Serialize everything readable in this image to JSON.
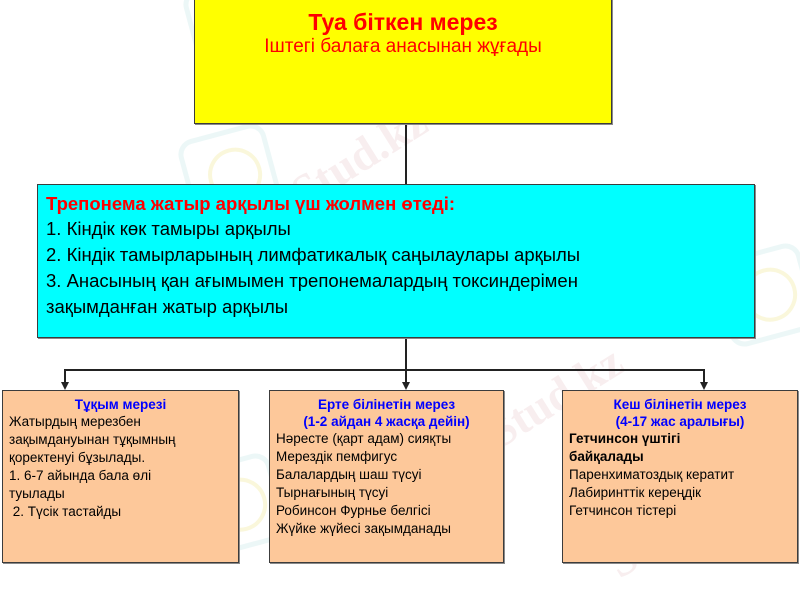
{
  "top": {
    "title": "Туа біткен мерез",
    "subtitle": "Іштегі балаға анасынан жұғады"
  },
  "middle": {
    "heading": "Трепонема жатыр арқылы үш жолмен өтеді:",
    "lines": [
      "1. Кіндік  көк тамыры арқылы",
      "2. Кіндік тамырларының лимфатикалық саңылаулары арқылы",
      "3. Анасының қан ағымымен трепонемалардың токсиндерімен",
      "зақымданған жатыр арқылы"
    ]
  },
  "bottom": [
    {
      "title": [
        "Тұқым мерезі"
      ],
      "lines": [
        "Жатырдың мерезбен",
        "зақымдануынан тұқымның",
        "қоректенуі бұзылады.",
        "1. 6-7 айында бала өлі",
        "туылады",
        " 2. Түсік тастайды"
      ]
    },
    {
      "title": [
        "Ерте білінетін мерез",
        "(1-2 айдан 4 жасқа дейін)"
      ],
      "lines": [
        "Нәресте (қарт адам) сияқты",
        "Мерездік пемфигус",
        "Балалардың шаш түсуі",
        "Тырнағының түсуі",
        "Робинсон Фурнье белгісі",
        "Жүйке жүйесі зақымданады"
      ]
    },
    {
      "title": [
        "Кеш білінетін мерез",
        "(4-17 жас аралығы)"
      ],
      "bold_lines": [
        "Гетчинсон үштігі",
        "байқалады"
      ],
      "lines": [
        "Паренхиматоздық кератит",
        "Лабиринттік кереңдік",
        "Гетчинсон тістері"
      ]
    }
  ],
  "watermark": {
    "text": "Stud.kz",
    "text_alt": "Stud.kz - Stud.kz"
  },
  "colors": {
    "top_box": "#ffff00",
    "middle_box": "#00ffff",
    "bottom_box": "#fdc89a",
    "title_red": "#ff0000",
    "title_blue": "#0000ff"
  }
}
